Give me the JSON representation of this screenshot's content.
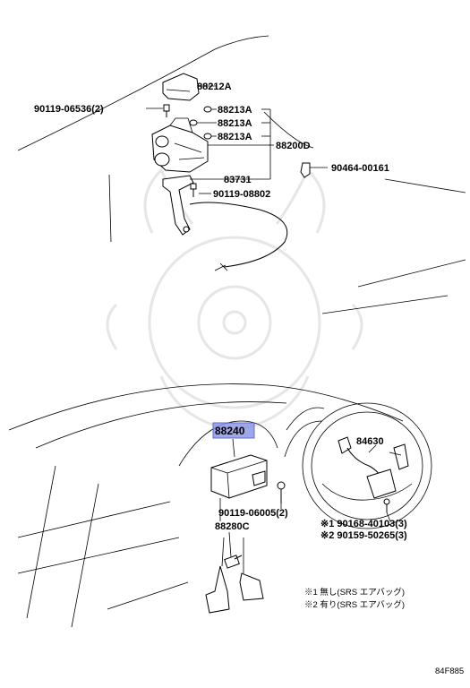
{
  "labels": {
    "p88212A": "88212A",
    "p90119_06536": "90119-06536(2)",
    "p88213A_1": "88213A",
    "p88213A_2": "88213A",
    "p88213A_3": "88213A",
    "p88200D": "88200D",
    "p90464": "90464-00161",
    "p83731": "83731",
    "p90119_08802": "90119-08802",
    "p88240": "88240",
    "p84630": "84630",
    "p90119_06005": "90119-06005(2)",
    "p88280C": "88280C",
    "p90168": "※1 90168-40103(3)",
    "p90159": "※2 90159-50265(3)"
  },
  "notes": {
    "note1": "※1 無し(SRS エアバッグ)",
    "note2": "※2 有り(SRS エアバッグ)"
  },
  "footer": {
    "code": "84F885"
  },
  "colors": {
    "highlight": "#8e98e6",
    "line": "#000000",
    "watermark": "#e6e6e6"
  }
}
